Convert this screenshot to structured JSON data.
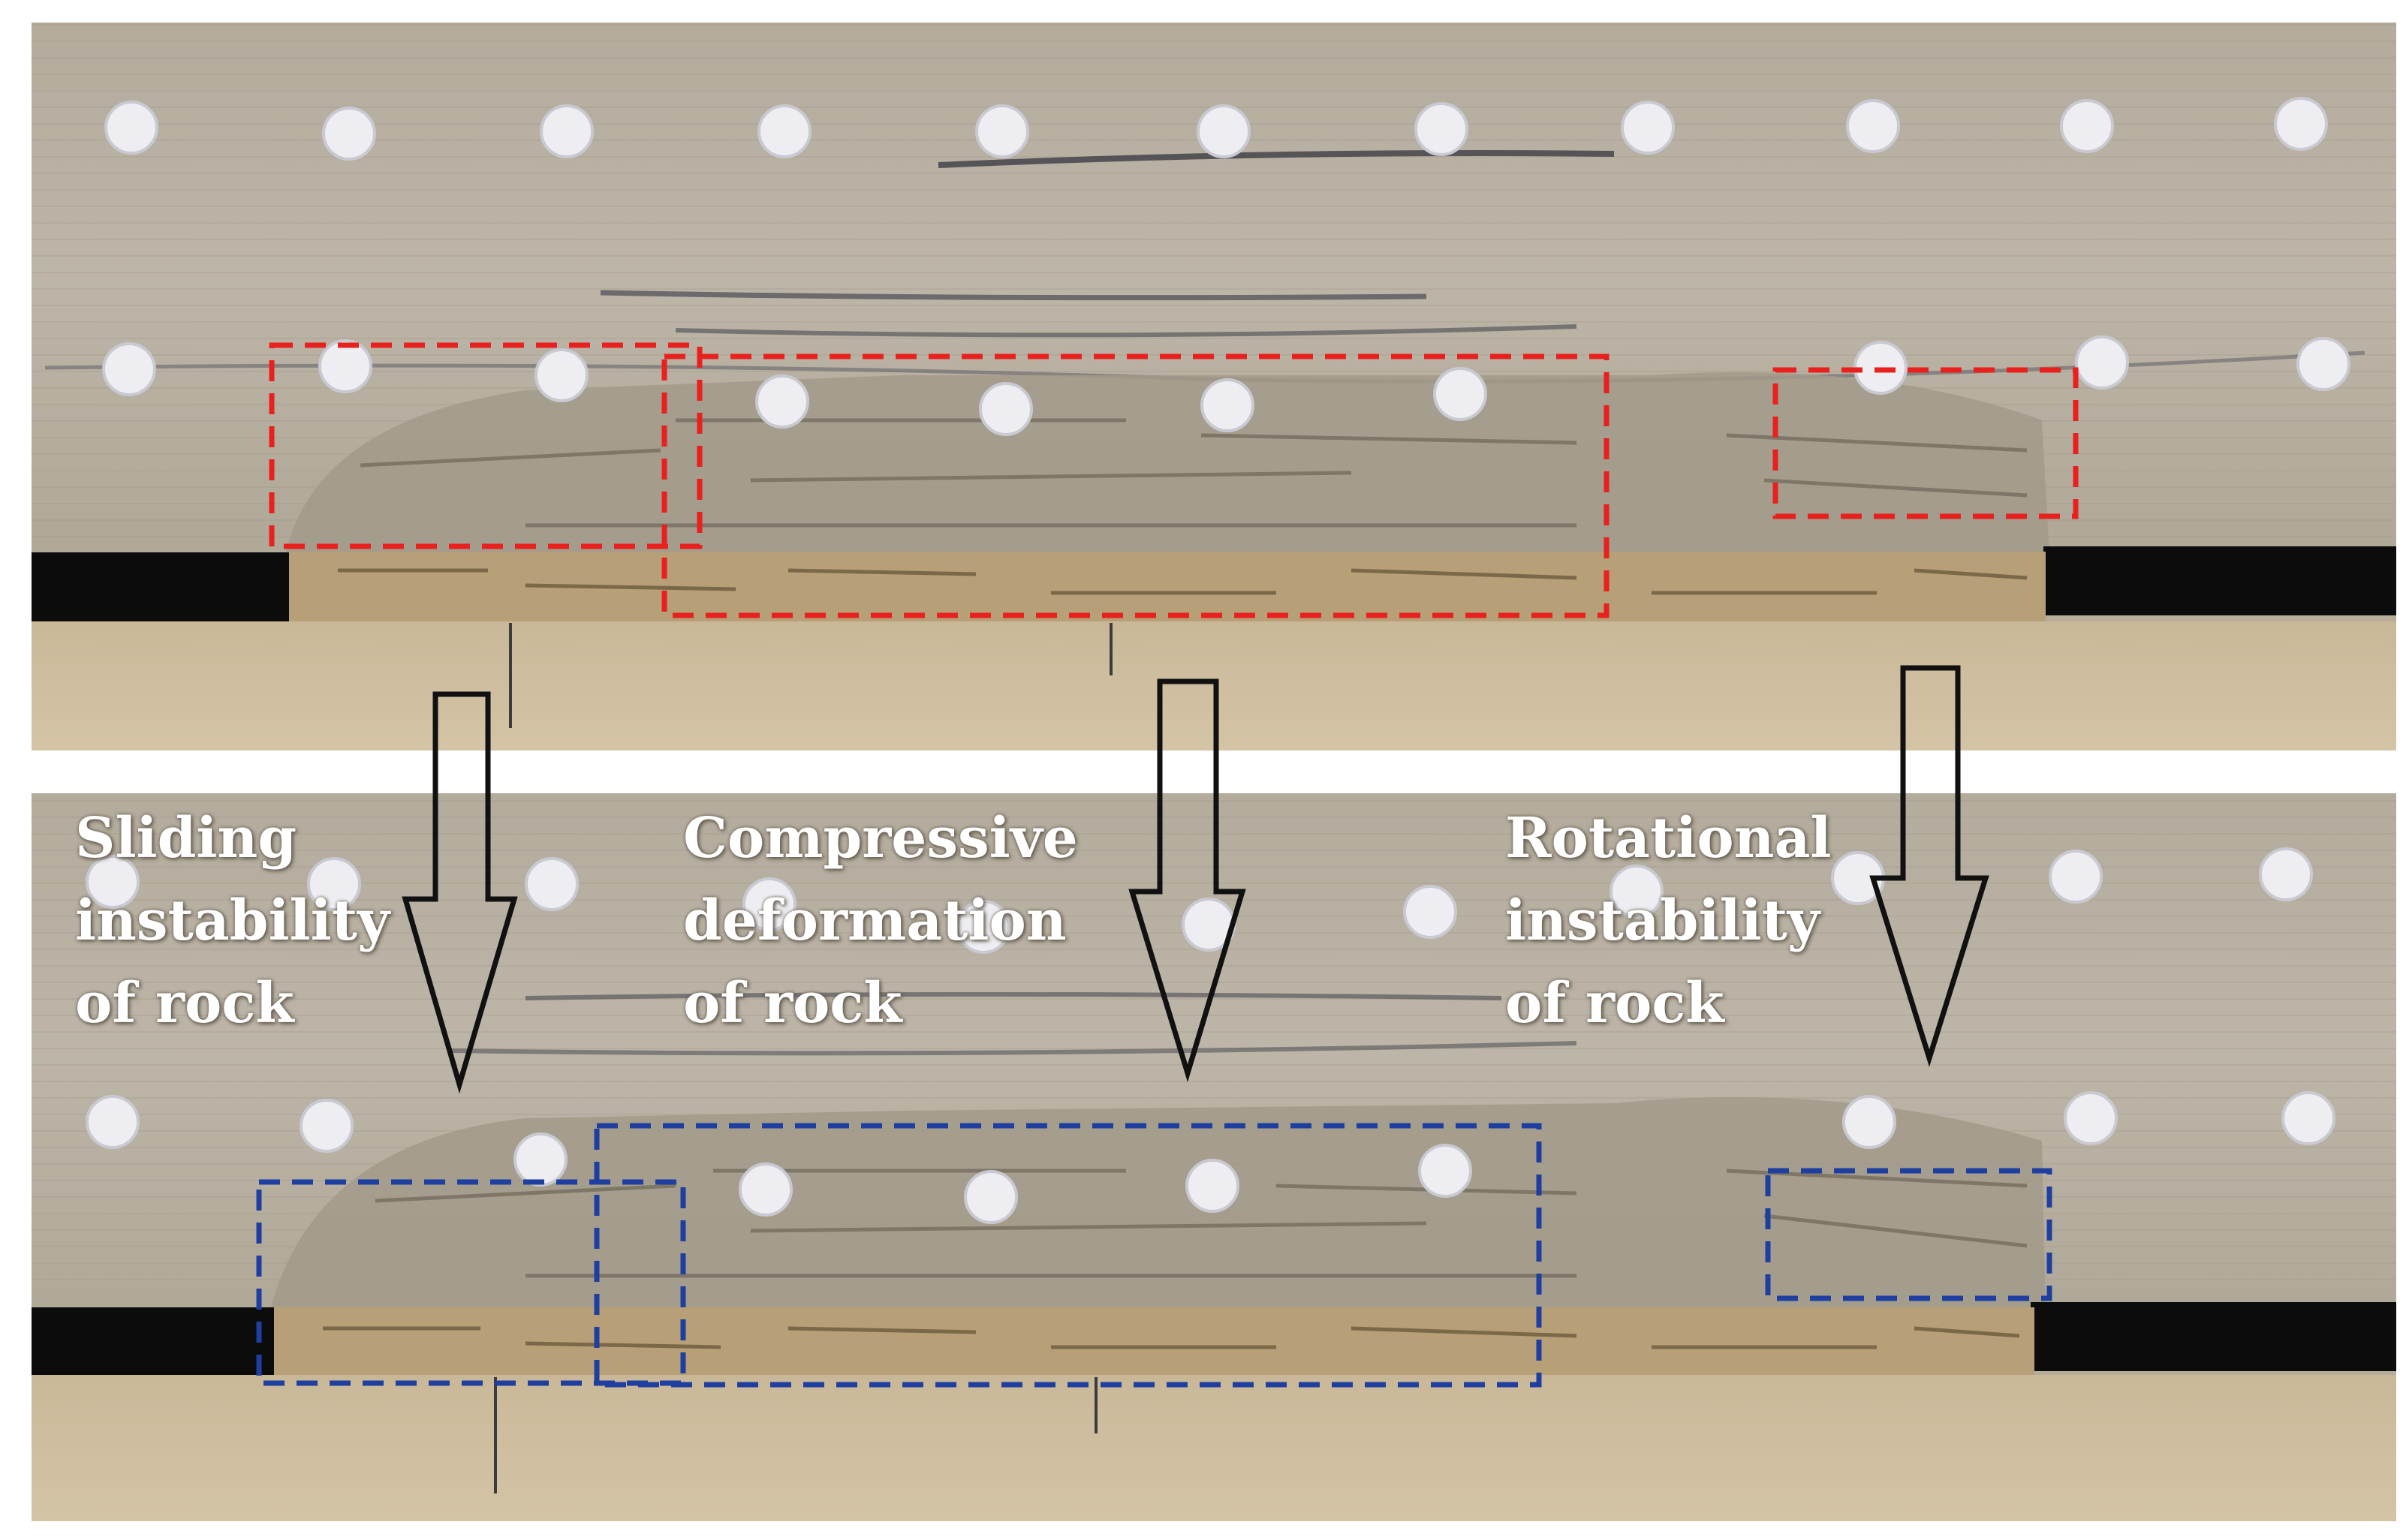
{
  "colors": {
    "upper_boxes": "#e8201e",
    "lower_boxes": "#1f3fa0",
    "arrows_outline": "#111111",
    "caption_text": "#ffffff"
  },
  "photo_panels": [
    {
      "name": "upper-photo",
      "description_key": "before"
    },
    {
      "name": "lower-photo",
      "description_key": "after"
    }
  ],
  "captions": [
    {
      "id": "sliding",
      "lines": [
        "Sliding",
        "instability",
        "of rock"
      ]
    },
    {
      "id": "compressive",
      "lines": [
        "Compressive",
        "deformation",
        "of rock"
      ]
    },
    {
      "id": "rotational",
      "lines": [
        "Rotational",
        "instability",
        "of rock"
      ]
    }
  ]
}
